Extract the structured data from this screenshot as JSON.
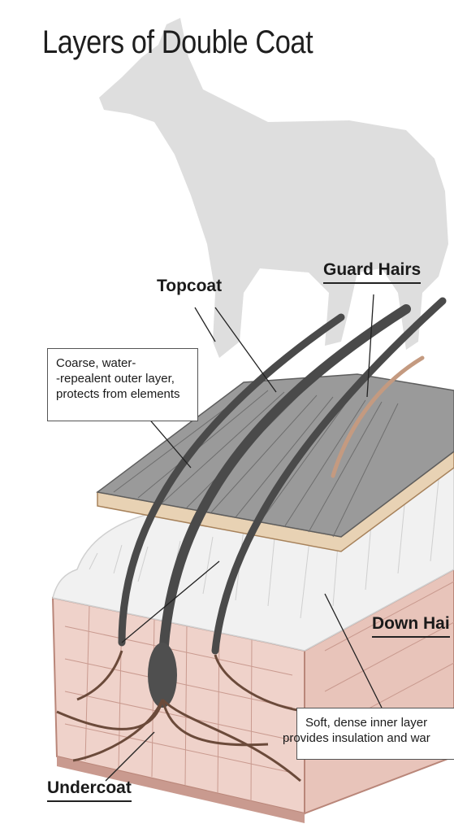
{
  "title": "Layers of Double Coat",
  "labels": {
    "topcoat": "Topcoat",
    "guard_hairs": "Guard Hairs",
    "down_hair": "Down Hai",
    "undercoat": "Undercoat"
  },
  "descriptions": {
    "topcoat": [
      "Coarse, water-",
      "-repealent outer layer,",
      "protects from elements"
    ],
    "undercoat": [
      "Soft, dense inner layer",
      "provides insulation and war"
    ]
  },
  "colors": {
    "dog_silhouette": "#dcdcdc",
    "skin": "#eed0c8",
    "skin_dark": "#c99a8f",
    "topcoat_hair": "#8a8a8a",
    "guard_hair": "#555555",
    "down_fur": "#efefef",
    "follicle_roots": "#6b4a3a"
  }
}
